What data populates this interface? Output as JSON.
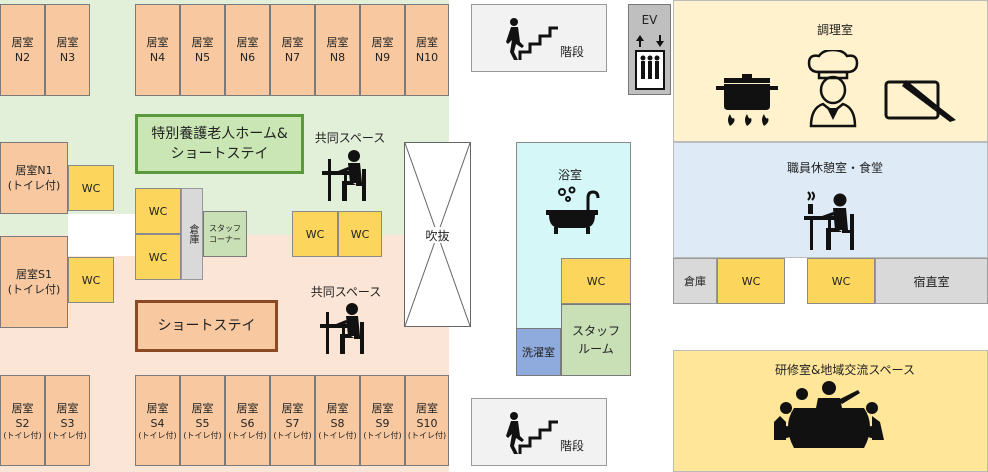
{
  "colors": {
    "north_zone": "#e2efd9",
    "south_zone": "#fbe5d6",
    "room": "#f8c9a0",
    "wc": "#fbd55c",
    "bath": "#d5f7f7",
    "laundry": "#8faadc",
    "kitchen": "#fff2cc",
    "staff_lounge": "#deebf7",
    "training": "#ffe699",
    "storage": "#d9d9d9"
  },
  "rooms_north": [
    {
      "l1": "居室",
      "l2": "N2"
    },
    {
      "l1": "居室",
      "l2": "N3"
    },
    {
      "l1": "居室",
      "l2": "N4"
    },
    {
      "l1": "居室",
      "l2": "N5"
    },
    {
      "l1": "居室",
      "l2": "N6"
    },
    {
      "l1": "居室",
      "l2": "N7"
    },
    {
      "l1": "居室",
      "l2": "N8"
    },
    {
      "l1": "居室",
      "l2": "N9"
    },
    {
      "l1": "居室",
      "l2": "N10"
    }
  ],
  "rooms_south": [
    {
      "l1": "居室",
      "l2": "S2",
      "l3": "(トイレ付)"
    },
    {
      "l1": "居室",
      "l2": "S3",
      "l3": "(トイレ付)"
    },
    {
      "l1": "居室",
      "l2": "S4",
      "l3": "(トイレ付)"
    },
    {
      "l1": "居室",
      "l2": "S5",
      "l3": "(トイレ付)"
    },
    {
      "l1": "居室",
      "l2": "S6",
      "l3": "(トイレ付)"
    },
    {
      "l1": "居室",
      "l2": "S7",
      "l3": "(トイレ付)"
    },
    {
      "l1": "居室",
      "l2": "S8",
      "l3": "(トイレ付)"
    },
    {
      "l1": "居室",
      "l2": "S9",
      "l3": "(トイレ付)"
    },
    {
      "l1": "居室",
      "l2": "S10",
      "l3": "(トイレ付)"
    }
  ],
  "room_n1": {
    "l1": "居室N1",
    "l2": "(トイレ付)"
  },
  "room_s1": {
    "l1": "居室S1",
    "l2": "(トイレ付)"
  },
  "wc": "WC",
  "storage": "倉庫",
  "staff_corner": {
    "l1": "スタッフ",
    "l2": "コーナー"
  },
  "title_north": {
    "l1": "特別養護老人ホーム&",
    "l2": "ショートステイ"
  },
  "title_south": "ショートステイ",
  "common_space": "共同スペース",
  "atrium": "吹抜",
  "stairs": "階段",
  "elevator": "EV",
  "bathroom": "浴室",
  "laundry": "洗濯室",
  "staff_room": {
    "l1": "スタッフ",
    "l2": "ルーム"
  },
  "kitchen": "調理室",
  "staff_lounge": "職員休憩室・食堂",
  "night_duty": "宿直室",
  "training_room": "研修室&地域交流スペース"
}
